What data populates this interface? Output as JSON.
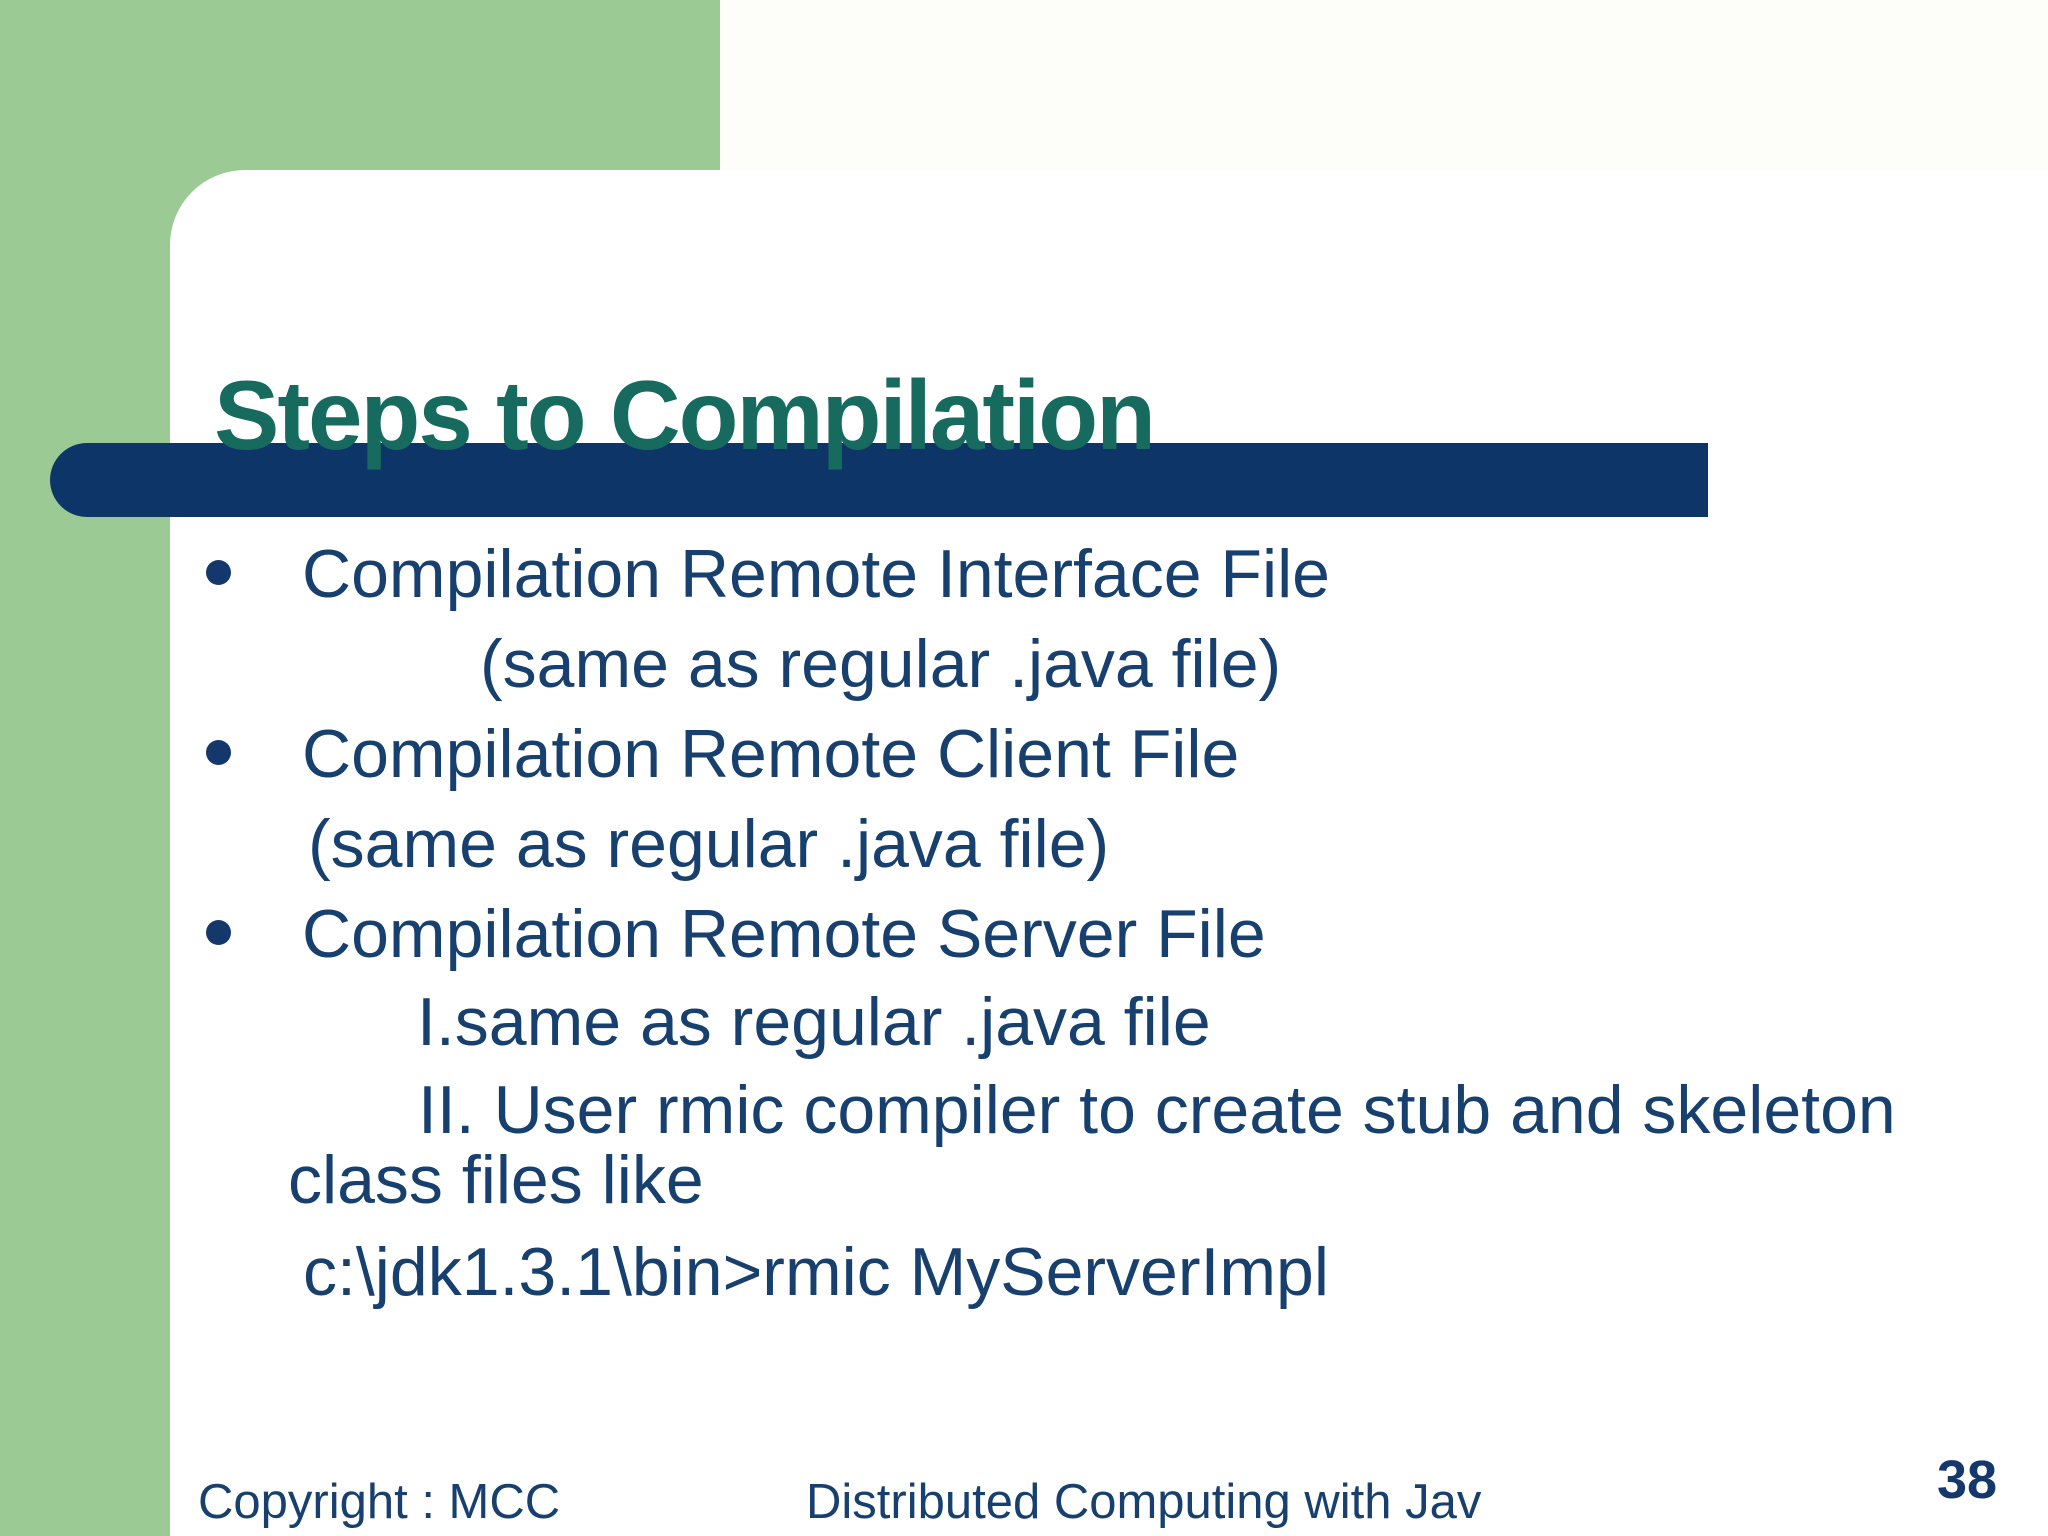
{
  "slide": {
    "title": "Steps to Compilation",
    "body": {
      "lines": [
        {
          "text": "Compilation Remote Interface File",
          "bullet": true
        },
        {
          "text": "(same as regular .java file)",
          "bullet": false
        },
        {
          "text": "Compilation Remote Client File",
          "bullet": true
        },
        {
          "text": "(same as regular .java file)",
          "bullet": false
        },
        {
          "text": "Compilation Remote Server File",
          "bullet": true
        },
        {
          "text": "I.same as regular .java file",
          "bullet": false
        },
        {
          "text": "II. User rmic compiler to create stub and skeleton",
          "bullet": false
        },
        {
          "text": "class files like",
          "bullet": false
        },
        {
          "text": "c:\\jdk1.3.1\\bin>rmic MyServerImpl",
          "bullet": false
        }
      ]
    },
    "footer": {
      "copyright": "Copyright : MCC",
      "center": "Distributed Computing with Jav",
      "page_number": "38"
    },
    "colors": {
      "green_accent": "#9CCA94",
      "navy_bar": "#0E3568",
      "body_text": "#17406E",
      "title_teal": "#166A5E",
      "card_white": "#FFFFFF"
    }
  }
}
